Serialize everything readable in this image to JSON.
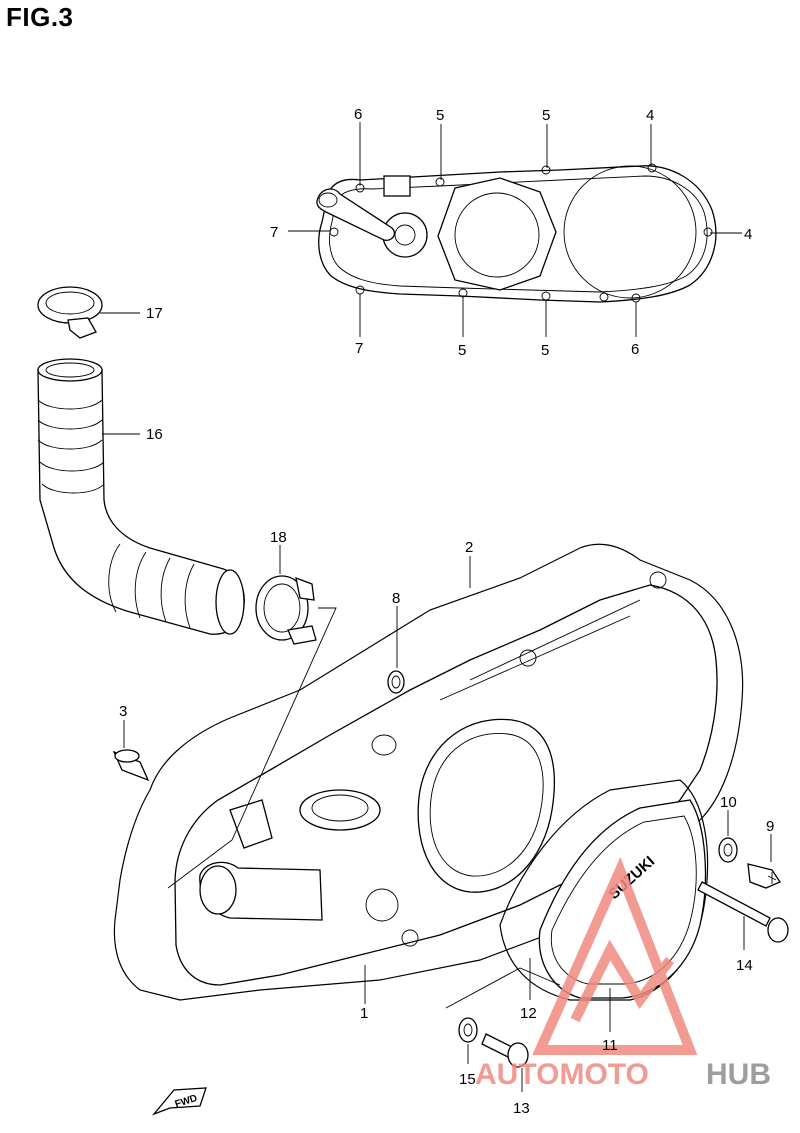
{
  "figure": {
    "title": "FIG.3"
  },
  "callouts": [
    {
      "id": "c6a",
      "label": "6"
    },
    {
      "id": "c5a",
      "label": "5"
    },
    {
      "id": "c5b",
      "label": "5"
    },
    {
      "id": "c4a",
      "label": "4"
    },
    {
      "id": "c7a",
      "label": "7"
    },
    {
      "id": "c4b",
      "label": "4"
    },
    {
      "id": "c7b",
      "label": "7"
    },
    {
      "id": "c5c",
      "label": "5"
    },
    {
      "id": "c5d",
      "label": "5"
    },
    {
      "id": "c6b",
      "label": "6"
    },
    {
      "id": "c17",
      "label": "17"
    },
    {
      "id": "c16",
      "label": "16"
    },
    {
      "id": "c18",
      "label": "18"
    },
    {
      "id": "c2",
      "label": "2"
    },
    {
      "id": "c8",
      "label": "8"
    },
    {
      "id": "c3",
      "label": "3"
    },
    {
      "id": "c10",
      "label": "10"
    },
    {
      "id": "c9",
      "label": "9"
    },
    {
      "id": "c1",
      "label": "1"
    },
    {
      "id": "c14",
      "label": "14"
    },
    {
      "id": "c12",
      "label": "12"
    },
    {
      "id": "c11",
      "label": "11"
    },
    {
      "id": "c15",
      "label": "15"
    },
    {
      "id": "c13",
      "label": "13"
    }
  ],
  "inscriptions": {
    "cover_logo": "SUZUKI",
    "fwd_arrow": "FWD"
  },
  "watermark": {
    "text_part1": "AUTOMOTO",
    "text_part2": "HUB",
    "color_primary": "#f08a80",
    "color_secondary": "#8c8c8c"
  }
}
